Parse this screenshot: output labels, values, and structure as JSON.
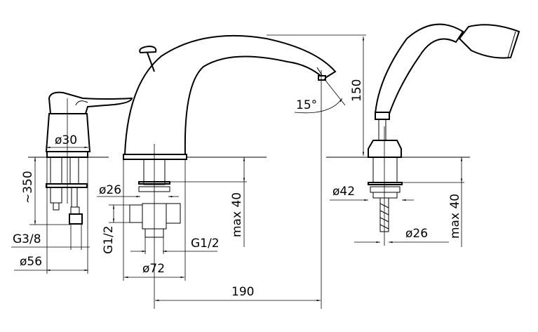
{
  "drawing": {
    "colors": {
      "line": "#000000",
      "background": "#ffffff"
    },
    "left_mixer": {
      "dia_top": "ø30",
      "hose_length": "~350",
      "thread": "G3/8",
      "dia_base": "ø56"
    },
    "spout": {
      "dia_shank": "ø26",
      "thread_side": "G1/2",
      "thread_bottom": "G1/2",
      "dia_base": "ø72",
      "max_deck": "max 40",
      "reach": "190",
      "angle": "15°"
    },
    "hand_shower": {
      "height": "150",
      "dia_holder": "ø42",
      "dia_shank": "ø26",
      "max_deck": "max 40"
    }
  }
}
